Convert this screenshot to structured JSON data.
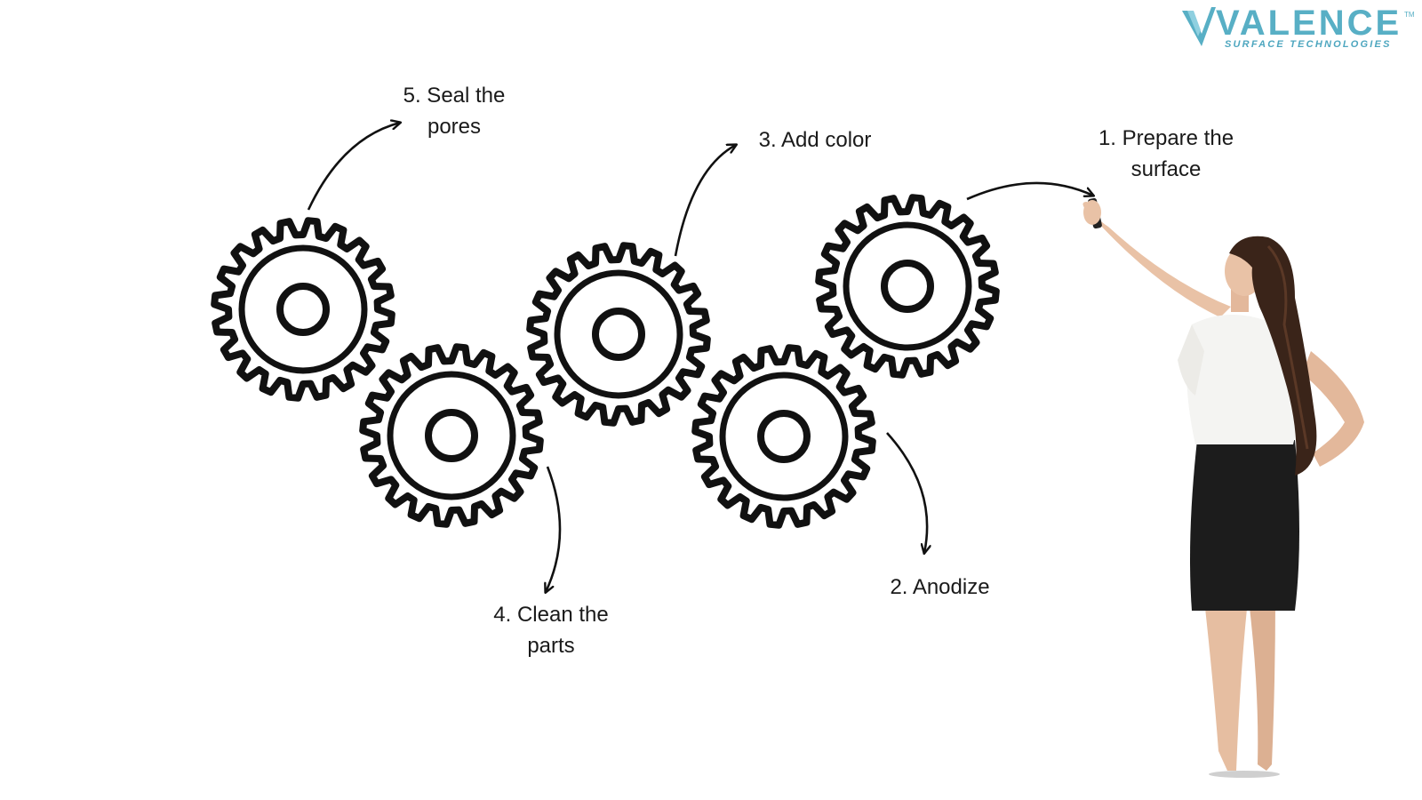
{
  "logo": {
    "word": "VALENCE",
    "sub": "SURFACE TECHNOLOGIES",
    "tm": "TM",
    "accent": "#58afc5"
  },
  "steps": [
    {
      "line1": "1. Prepare the",
      "line2": "surface"
    },
    {
      "line1": "2. Anodize",
      "line2": ""
    },
    {
      "line1": "3. Add color",
      "line2": ""
    },
    {
      "line1": "4. Clean the",
      "line2": "parts"
    },
    {
      "line1": "5. Seal the",
      "line2": "pores"
    }
  ],
  "icons": [
    "gear-icon",
    "arrow-icon",
    "woman-figure"
  ],
  "colors": {
    "ink": "#111111",
    "skirt": "#1c1c1c",
    "blouse": "#f4f4f2",
    "hair": "#3a2419",
    "skin": "#e9c2a6"
  }
}
